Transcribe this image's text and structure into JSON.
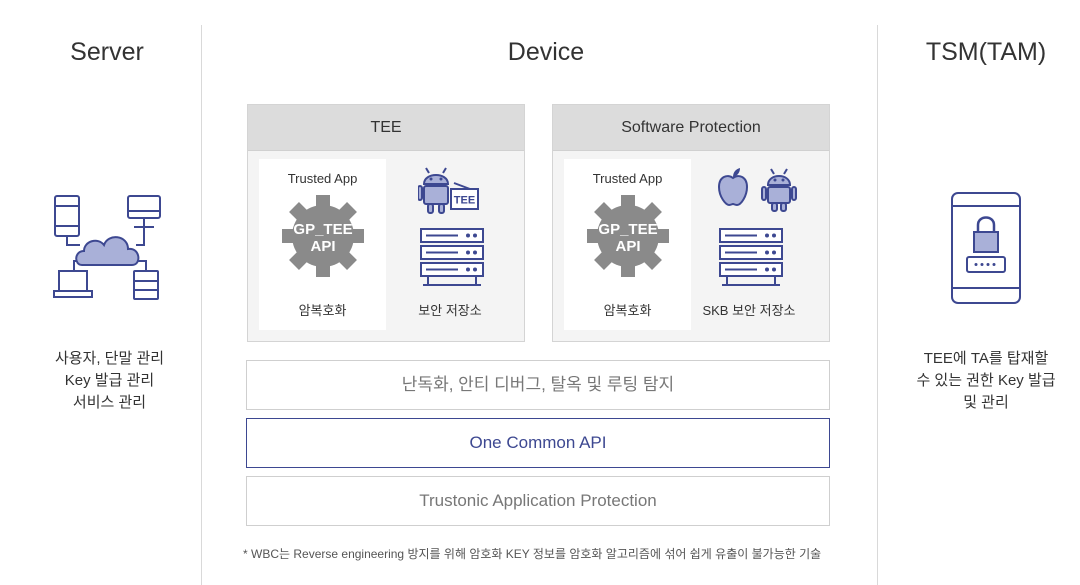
{
  "columns": {
    "server": "Server",
    "device": "Device",
    "tsm": "TSM(TAM)"
  },
  "server": {
    "description": "사용자, 단말 관리\nKey 발급 관리\n서비스 관리",
    "icon": "server-network-icon"
  },
  "tsm": {
    "description": "TEE에 TA를 탑재할\n수 있는 권한 Key 발급\n및 관리",
    "icon": "locked-phone-icon"
  },
  "panels": [
    {
      "title": "TEE",
      "card_title": "Trusted App",
      "gear_label": "GP_TEE\nAPI",
      "card_foot": "암복호화",
      "storage_label": "보안 저장소",
      "badge": "TEE"
    },
    {
      "title": "Software Protection",
      "card_title": "Trusted App",
      "gear_label": "GP_TEE\nAPI",
      "card_foot": "암복호화",
      "storage_label": "SKB 보안 저장소"
    }
  ],
  "bands": [
    "난독화, 안티 디버그, 탈옥 및 루팅 탐지",
    "One Common API",
    "Trustonic Application Protection"
  ],
  "footnote": "*  WBC는 Reverse engineering 방지를 위해 암호화 KEY 정보를 암호화 알고리즘에 섞어 쉽게 유출이 불가능한 기술",
  "colors": {
    "icon": "#3d4891",
    "icon_fill": "#a9b0d8",
    "gear": "#8a8a8a",
    "accent_border": "#3d4891"
  }
}
